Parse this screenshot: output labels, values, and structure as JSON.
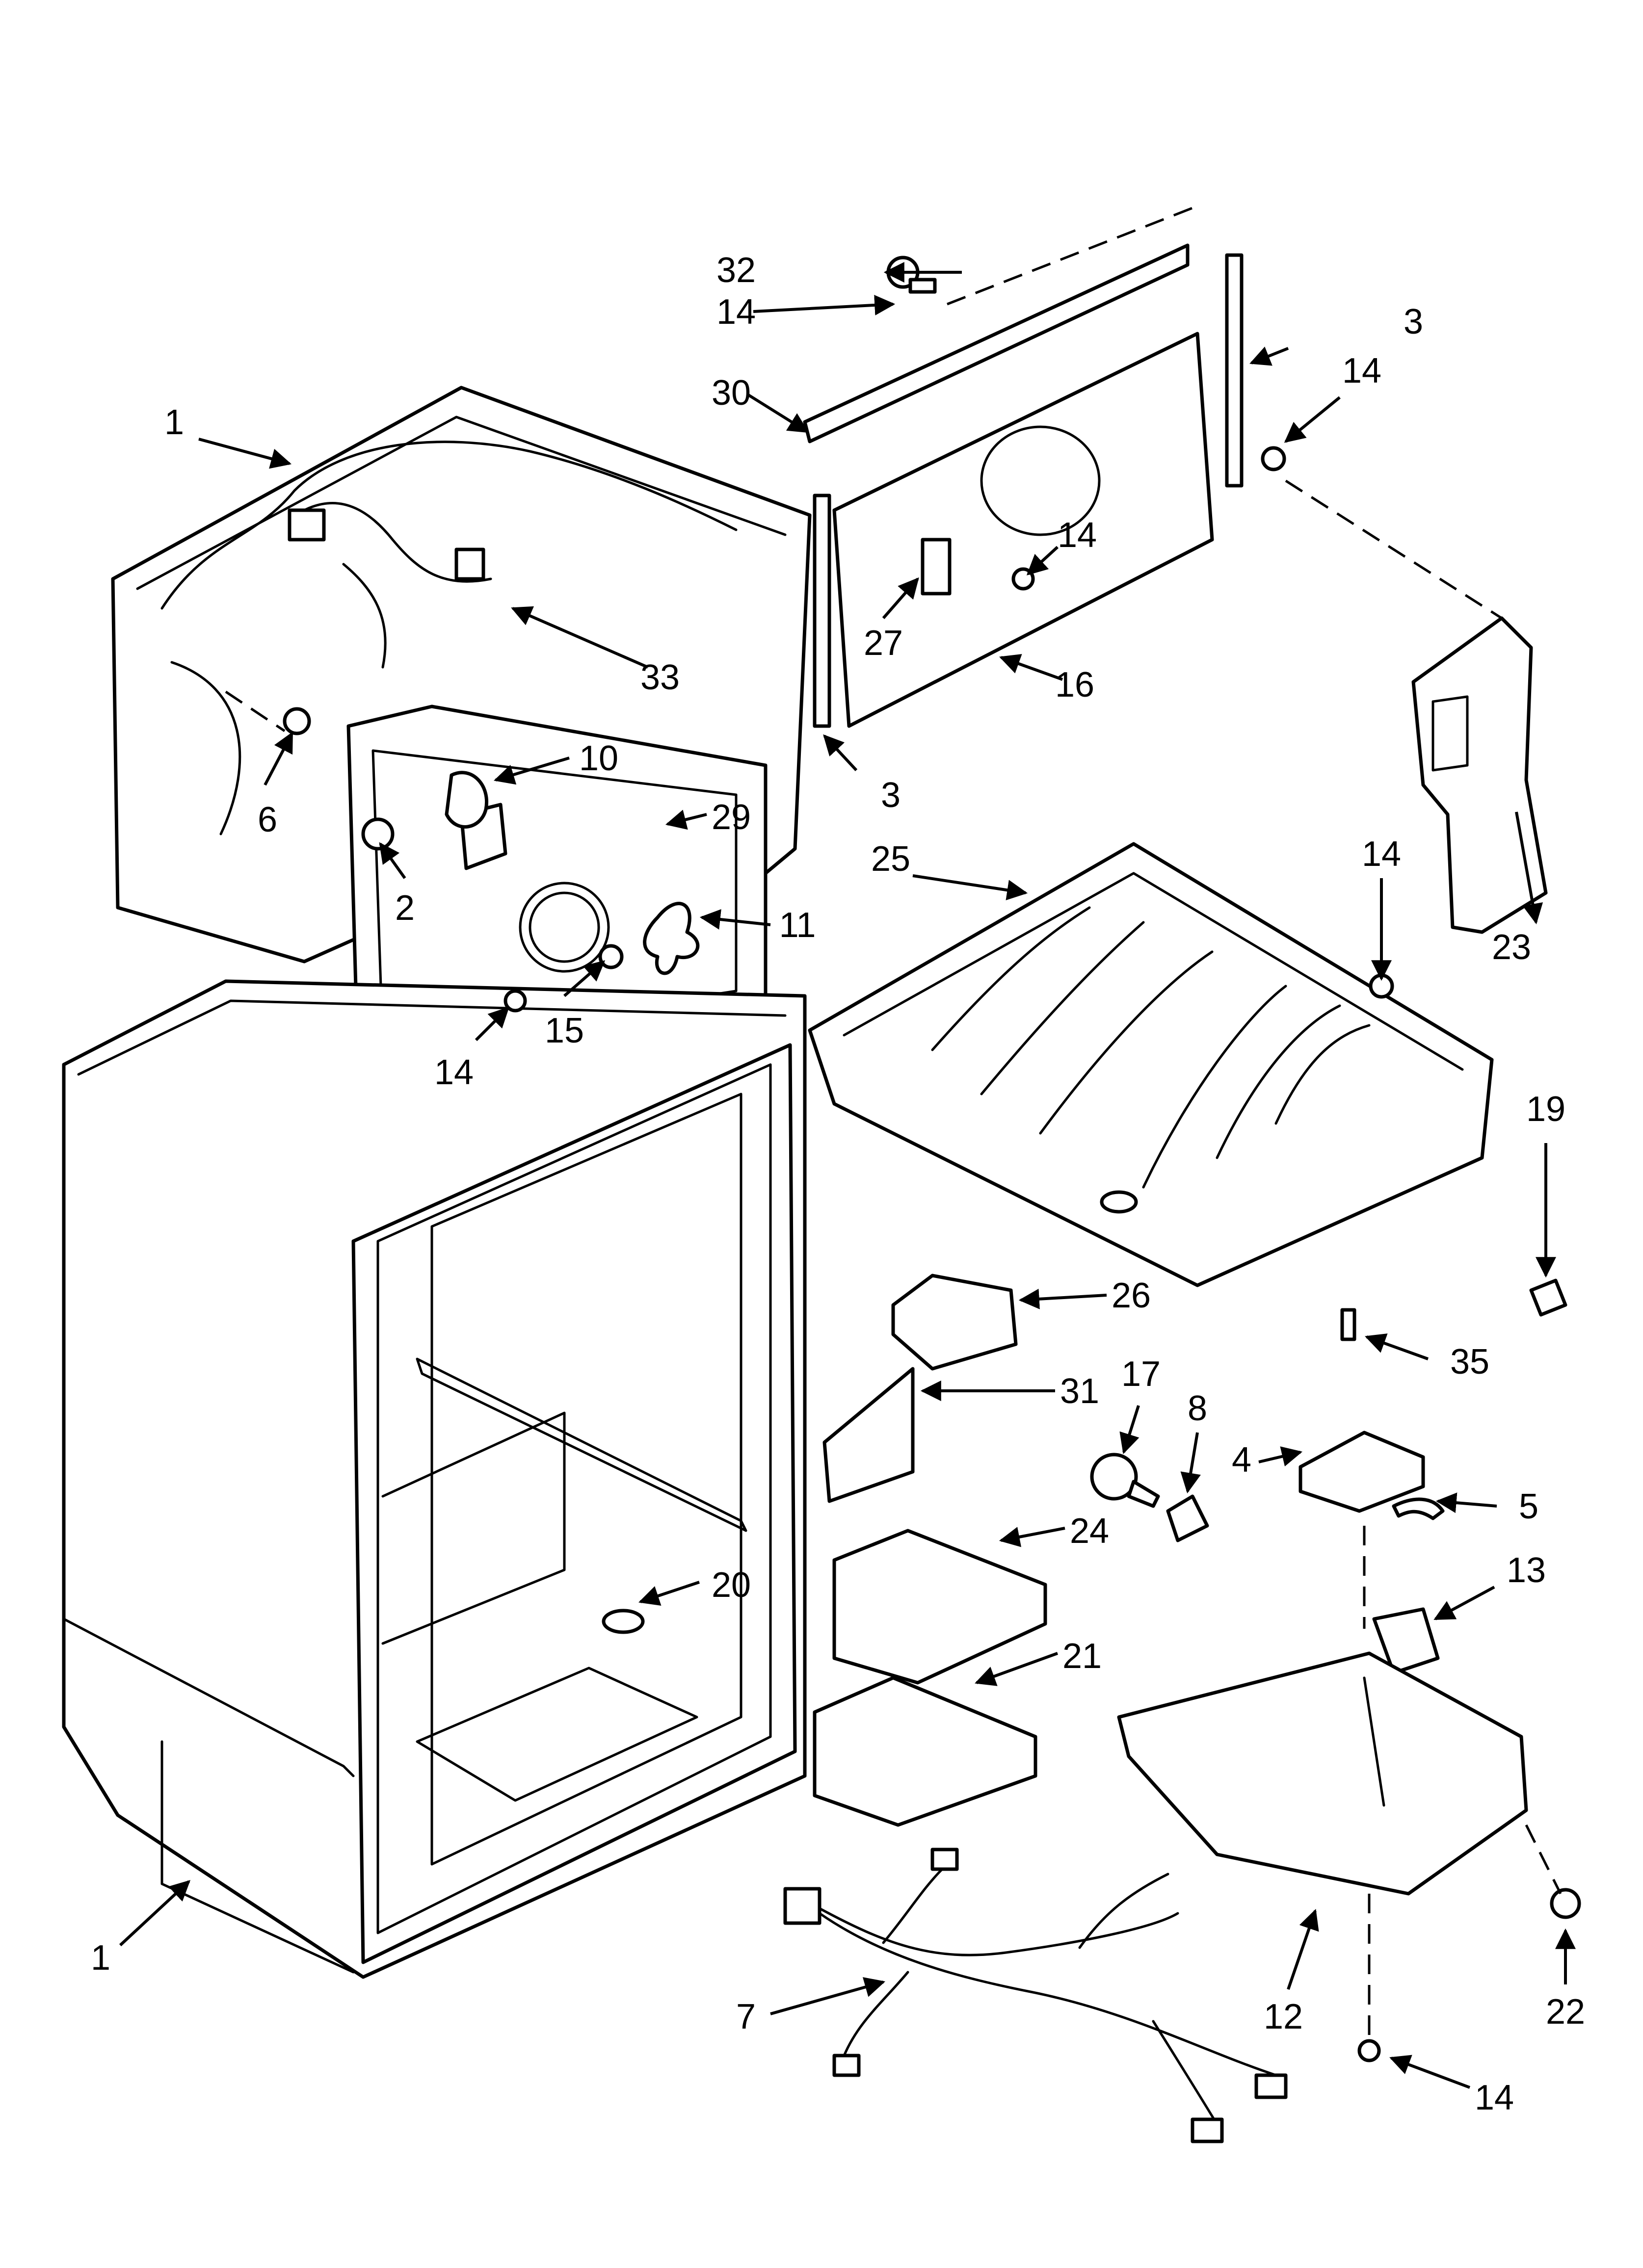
{
  "diagram": {
    "callouts": [
      "1",
      "2",
      "3",
      "3",
      "4",
      "5",
      "6",
      "7",
      "8",
      "10",
      "11",
      "12",
      "13",
      "14",
      "14",
      "14",
      "14",
      "14",
      "14",
      "15",
      "16",
      "17",
      "19",
      "20",
      "21",
      "22",
      "23",
      "24",
      "25",
      "26",
      "27",
      "29",
      "30",
      "31",
      "32",
      "33",
      "35",
      "1"
    ]
  }
}
